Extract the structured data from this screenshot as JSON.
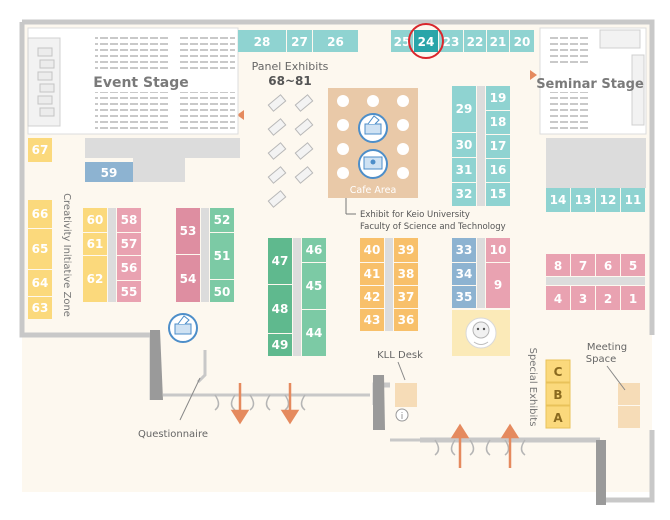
{
  "stages": {
    "event": "Event Stage",
    "seminar": "Seminar Stage"
  },
  "labels": {
    "panel_title": "Panel Exhibits",
    "panel_range": "68~81",
    "cafe": "Cafe Area",
    "keio_line1": "Exhibit for Keio University",
    "keio_line2": "Faculty of Science and Technology",
    "zone": "Creativity Initiative Zone",
    "kll": "KLL Desk",
    "special": "Special Exhibits",
    "meeting_line1": "Meeting",
    "meeting_line2": "Space",
    "questionnaire": "Questionnaire"
  },
  "booths": {
    "top_left": [
      "28",
      "27",
      "26"
    ],
    "top_right": [
      "25",
      "24",
      "23",
      "22",
      "21",
      "20"
    ],
    "highlighted": "24",
    "left_column": [
      "67",
      "66",
      "65",
      "64",
      "63"
    ],
    "b59": "59",
    "group60": [
      "60",
      "61",
      "62"
    ],
    "group55": [
      "58",
      "57",
      "56",
      "55"
    ],
    "group53": [
      "53",
      "54"
    ],
    "group50": [
      "52",
      "51",
      "50"
    ],
    "group47": [
      "47",
      "48",
      "49"
    ],
    "group44": [
      "46",
      "45",
      "44"
    ],
    "group40": [
      "40",
      "41",
      "42",
      "43"
    ],
    "group36": [
      "39",
      "38",
      "37",
      "36"
    ],
    "group29": [
      "29",
      "30",
      "31",
      "32"
    ],
    "group15": [
      "19",
      "18",
      "17",
      "16",
      "15"
    ],
    "group33": [
      "33",
      "34",
      "35"
    ],
    "group9": [
      "10",
      "9"
    ],
    "right_row": [
      "14",
      "13",
      "12",
      "11"
    ],
    "right_grid_top": [
      "8",
      "7",
      "6",
      "5"
    ],
    "right_grid_bottom": [
      "4",
      "3",
      "2",
      "1"
    ],
    "letters": [
      "C",
      "B",
      "A"
    ]
  },
  "colors": {
    "teal": "#8fd3d1",
    "teal_dark": "#2aa5a9",
    "yellow": "#fbd97c",
    "pink": "#e9a2b1",
    "pink_dark": "#de8ea1",
    "green": "#7ccaa5",
    "green_dark": "#5fb98e",
    "orange": "#f8c06a",
    "blue": "#8db3d1",
    "highlight_ring": "#d9262c"
  }
}
